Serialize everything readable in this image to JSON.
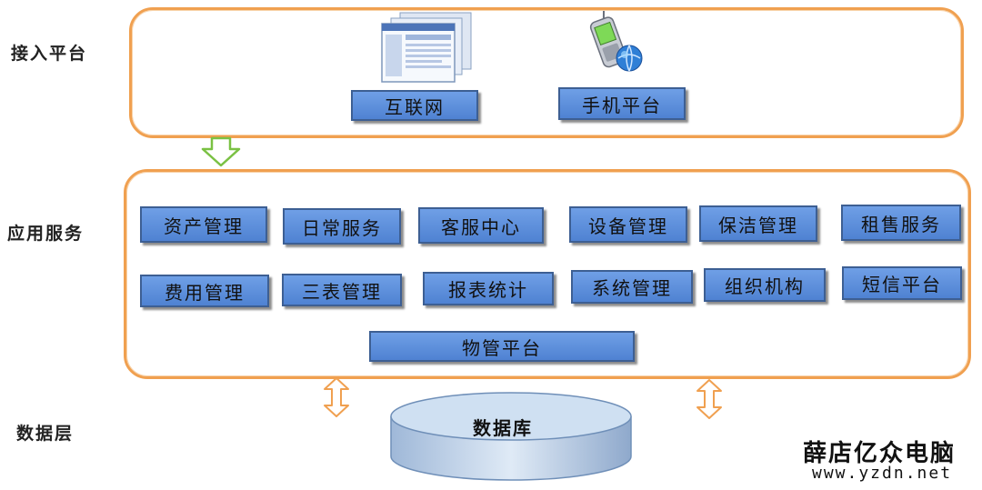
{
  "layers": {
    "access": "接入平台",
    "application": "应用服务",
    "data": "数据层"
  },
  "access_platform": {
    "internet": "互联网",
    "mobile": "手机平台"
  },
  "services": {
    "row1": [
      "资产管理",
      "日常服务",
      "客服中心",
      "设备管理",
      "保洁管理",
      "租售服务"
    ],
    "row2": [
      "费用管理",
      "三表管理",
      "报表统计",
      "系统管理",
      "组织机构",
      "短信平台"
    ],
    "platform": "物管平台"
  },
  "database": "数据库",
  "watermark": {
    "title": "薛店亿众电脑",
    "url": "www.yzdn.net"
  },
  "colors": {
    "panel_border": "#f0a050",
    "box_fill": "#5b8ddc",
    "arrow_green": "#7ac143",
    "arrow_orange": "#f0a050",
    "database_fill": "#c5d9ee"
  },
  "icons": [
    "webpage-icon",
    "mobile-phone-globe-icon",
    "down-arrow-icon",
    "double-arrow-icon",
    "database-cylinder-icon"
  ]
}
